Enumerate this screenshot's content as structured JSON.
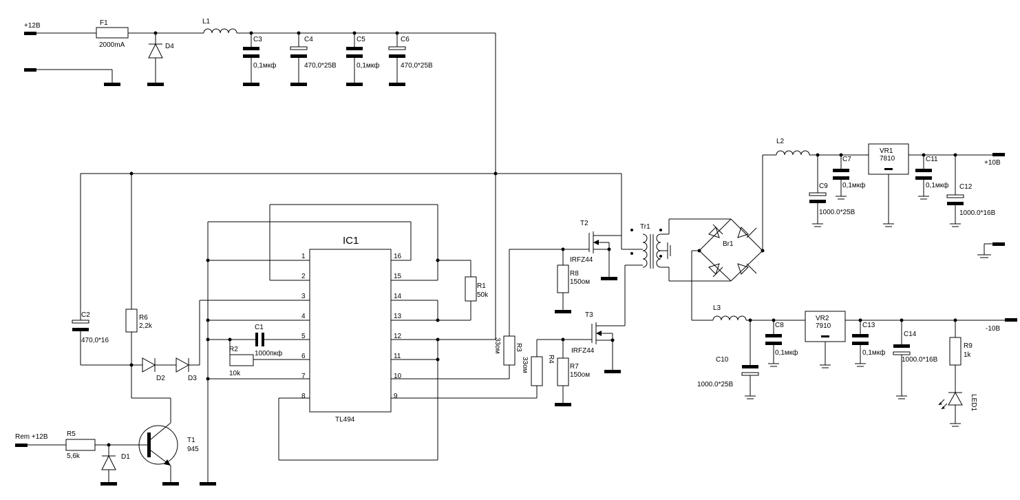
{
  "labels": {
    "plus12": "+12В",
    "f1": "F1",
    "f1_val": "2000mA",
    "d4": "D4",
    "l1": "L1",
    "c3": "C3",
    "c3_val": "0,1мкф",
    "c4": "C4",
    "c4_val": "470,0*25В",
    "c5": "C5",
    "c5_val": "0,1мкф",
    "c6": "C6",
    "c6_val": "470,0*25В",
    "ic1": "IC1",
    "ic1_type": "TL494",
    "pins": [
      "1",
      "2",
      "3",
      "4",
      "5",
      "6",
      "7",
      "8",
      "16",
      "15",
      "14",
      "13",
      "12",
      "11",
      "10",
      "9"
    ],
    "c2": "C2",
    "c2_val": "470,0*16",
    "r6": "R6",
    "r6_val": "2,2k",
    "c1": "C1",
    "c1_val": "1000пкф",
    "r2": "R2",
    "r2_val": "10k",
    "d2": "D2",
    "d3": "D3",
    "r1": "R1",
    "r1_val": "50k",
    "r3": "R3",
    "r3_val": "33ом",
    "r4": "R4",
    "r4_val": "33ом",
    "t2": "T2",
    "t2_type": "IRFZ44",
    "t3": "T3",
    "t3_type": "IRFZ44",
    "r8": "R8",
    "r8_val": "150ом",
    "r7": "R7",
    "r7_val": "150ом",
    "tr1": "Tr1",
    "br1": "Br1",
    "l2": "L2",
    "c9": "C9",
    "c9_val": "1000.0*25В",
    "c7": "C7",
    "c7_val": "0,1мкф",
    "vr1": "VR1",
    "vr1_type": "7810",
    "c11": "C11",
    "c11_val": "0,1мкф",
    "c12": "C12",
    "c12_val": "1000.0*16В",
    "plus10": "+10В",
    "l3": "L3",
    "c10": "C10",
    "c10_val": "1000.0*25В",
    "c8": "C8",
    "c8_val": "0,1мкф",
    "vr2": "VR2",
    "vr2_type": "7910",
    "c13": "C13",
    "c13_val": "0,1мкф",
    "c14": "C14",
    "c14_val": "1000.0*16В",
    "r9": "R9",
    "r9_val": "1k",
    "minus10": "-10В",
    "led1": "LED1",
    "rem": "Rem +12В",
    "r5": "R5",
    "r5_val": "5,6k",
    "d1": "D1",
    "t1": "T1",
    "t1_type": "945"
  }
}
